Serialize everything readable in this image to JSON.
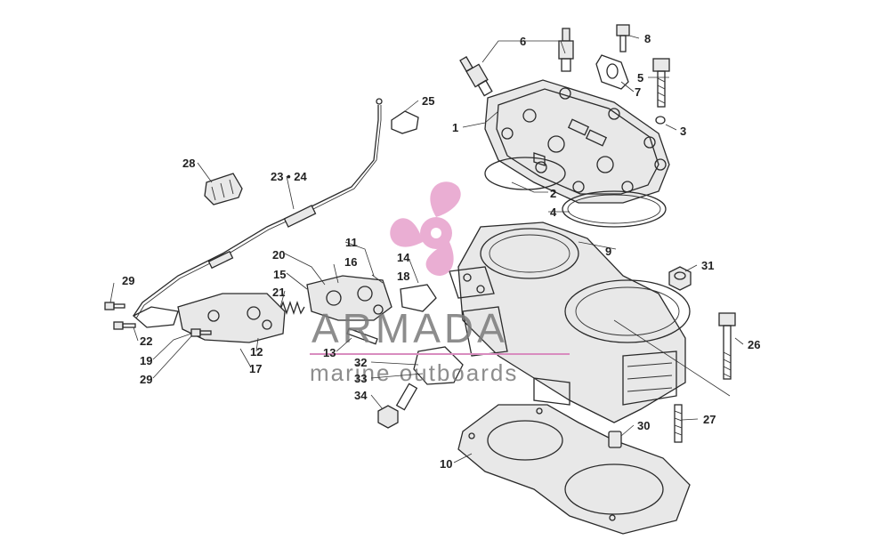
{
  "callouts": [
    {
      "id": "c1",
      "text": "1"
    },
    {
      "id": "c2",
      "text": "2"
    },
    {
      "id": "c3",
      "text": "3"
    },
    {
      "id": "c4",
      "text": "4"
    },
    {
      "id": "c5",
      "text": "5"
    },
    {
      "id": "c6",
      "text": "6"
    },
    {
      "id": "c7",
      "text": "7"
    },
    {
      "id": "c8",
      "text": "8"
    },
    {
      "id": "c9",
      "text": "9"
    },
    {
      "id": "c10",
      "text": "10"
    },
    {
      "id": "c11",
      "text": "11"
    },
    {
      "id": "c12",
      "text": "12"
    },
    {
      "id": "c13",
      "text": "13"
    },
    {
      "id": "c14",
      "text": "14"
    },
    {
      "id": "c15",
      "text": "15"
    },
    {
      "id": "c16",
      "text": "16"
    },
    {
      "id": "c17",
      "text": "17"
    },
    {
      "id": "c18",
      "text": "18"
    },
    {
      "id": "c19",
      "text": "19"
    },
    {
      "id": "c20",
      "text": "20"
    },
    {
      "id": "c21",
      "text": "21"
    },
    {
      "id": "c22",
      "text": "22"
    },
    {
      "id": "c2324",
      "text": "23 • 24"
    },
    {
      "id": "c25",
      "text": "25"
    },
    {
      "id": "c26",
      "text": "26"
    },
    {
      "id": "c27",
      "text": "27"
    },
    {
      "id": "c28",
      "text": "28"
    },
    {
      "id": "c29a",
      "text": "29"
    },
    {
      "id": "c29b",
      "text": "29"
    },
    {
      "id": "c30",
      "text": "30"
    },
    {
      "id": "c31",
      "text": "31"
    },
    {
      "id": "c32",
      "text": "32"
    },
    {
      "id": "c33",
      "text": "33"
    },
    {
      "id": "c34",
      "text": "34"
    }
  ],
  "watermark": {
    "brand": "ARMADA",
    "tagline": "marine outboards",
    "accent_color": "#e8a6cf",
    "line_color": "#d98cbf"
  }
}
